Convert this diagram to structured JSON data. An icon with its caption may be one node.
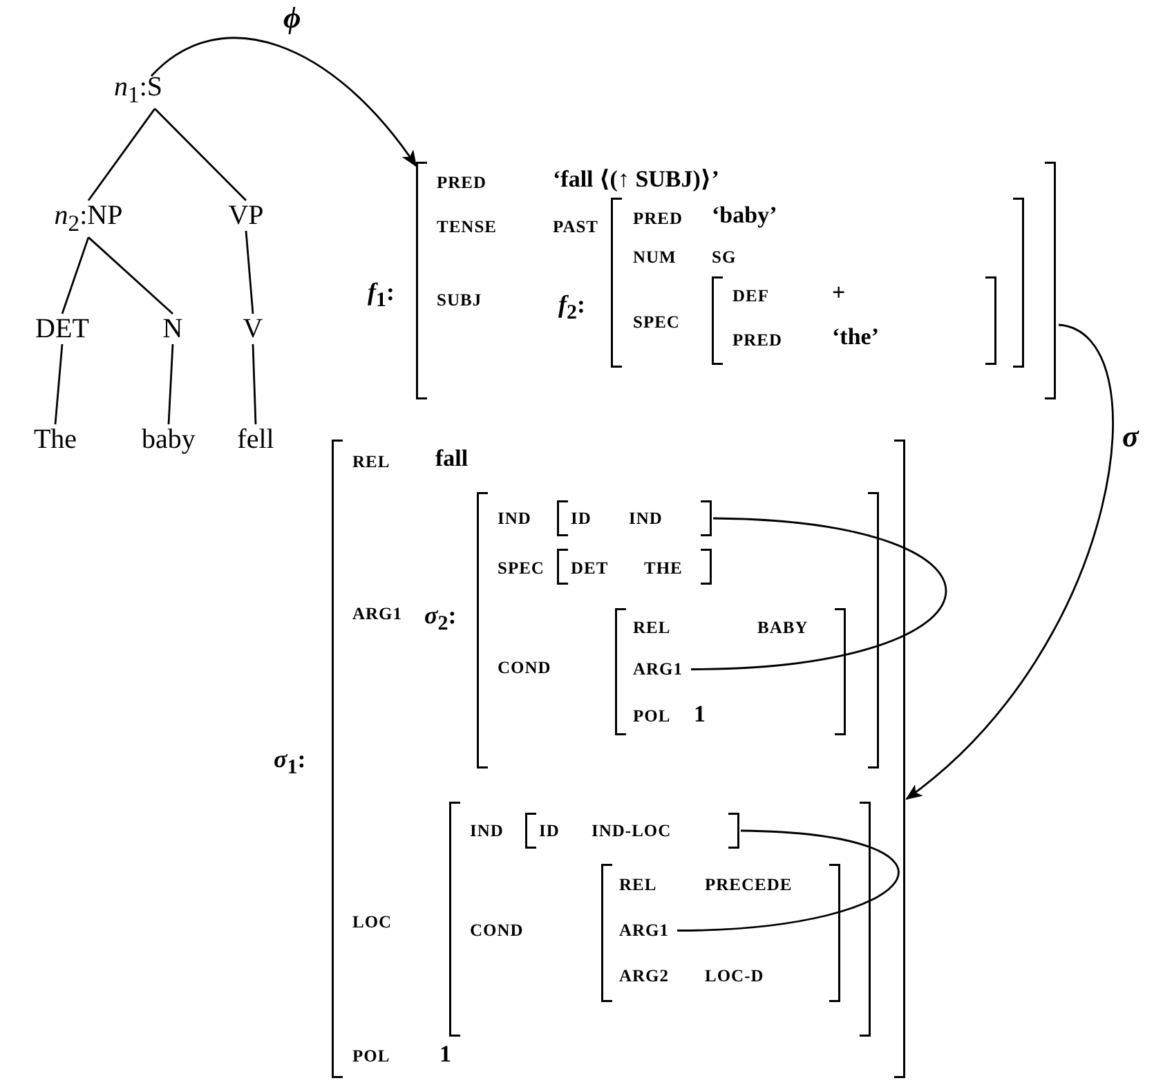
{
  "diagram": {
    "nodes": [
      {
        "text": [
          "*n*$_{1}$:S"
        ]
      },
      {
        "text": [
          "*n*$_{2}$:NP"
        ]
      },
      {
        "text": [
          "VP"
        ]
      },
      {
        "text": [
          "DET"
        ]
      },
      {
        "text": [
          "N"
        ]
      },
      {
        "text": [
          "V"
        ]
      },
      {
        "text": [
          "The"
        ]
      },
      {
        "text": [
          "baby"
        ]
      },
      {
        "text": [
          "fell"
        ]
      },
      {
        "text": [
          "PRED",
          "‘fall ⟨(↑ SUBJ)⟩’",
          "TENSE",
          "PAST",
          "SUBJ"
        ],
        "beside": [
          "*f*$_{1}$:"
        ]
      },
      {
        "text": [
          "PRED",
          "‘baby’",
          "NUM",
          "SG",
          "SPEC"
        ],
        "beside": [
          "*f*$_{2}$:"
        ],
        "in": 9
      },
      {
        "text": [
          "DEF",
          "+",
          "PRED",
          "‘the’"
        ],
        "in": 10
      },
      {
        "text": [
          "REL",
          "fall",
          "ARG1",
          "LOC",
          "POL",
          "1"
        ],
        "beside": [
          "*σ*$_{1}$:"
        ]
      },
      {
        "text": [
          "IND",
          "SPEC",
          "COND"
        ],
        "beside": [
          "*σ*$_{2}$:"
        ],
        "in": 12
      },
      {
        "text": [
          "ID",
          "IND"
        ],
        "in": 13
      },
      {
        "text": [
          "DET",
          "THE"
        ],
        "in": 13
      },
      {
        "text": [
          "REL",
          "BABY",
          "POL",
          "1"
        ],
        "in": 13
      },
      {
        "text": [
          "ARG1"
        ],
        "in": 16
      },
      {
        "text": [
          "IND",
          "COND"
        ],
        "in": 12
      },
      {
        "text": [
          "ID",
          "IND-LOC"
        ],
        "in": 18
      },
      {
        "text": [
          "REL",
          "PRECEDE",
          "ARG2",
          "LOC-D"
        ],
        "in": 18
      },
      {
        "text": [
          "ARG1"
        ],
        "in": 20
      }
    ],
    "edges": [
      {
        "from": 0,
        "to": 1,
        "arrow": "none"
      },
      {
        "from": 0,
        "to": 2,
        "arrow": "none"
      },
      {
        "from": 1,
        "to": 3,
        "arrow": "none"
      },
      {
        "from": 1,
        "to": 4,
        "arrow": "none"
      },
      {
        "from": 2,
        "to": 5,
        "arrow": "none"
      },
      {
        "from": 3,
        "to": 6,
        "arrow": "none"
      },
      {
        "from": 4,
        "to": 7,
        "arrow": "none"
      },
      {
        "from": 5,
        "to": 8,
        "arrow": "none"
      },
      {
        "from": 0,
        "to": 9,
        "arrow": "to",
        "label": "*ϕ*"
      },
      {
        "from": 9,
        "to": 12,
        "arrow": "to",
        "label": "*σ*"
      },
      {
        "from": 14,
        "to": 17,
        "arrow": "none"
      },
      {
        "from": 19,
        "to": 21,
        "arrow": "none"
      }
    ]
  }
}
